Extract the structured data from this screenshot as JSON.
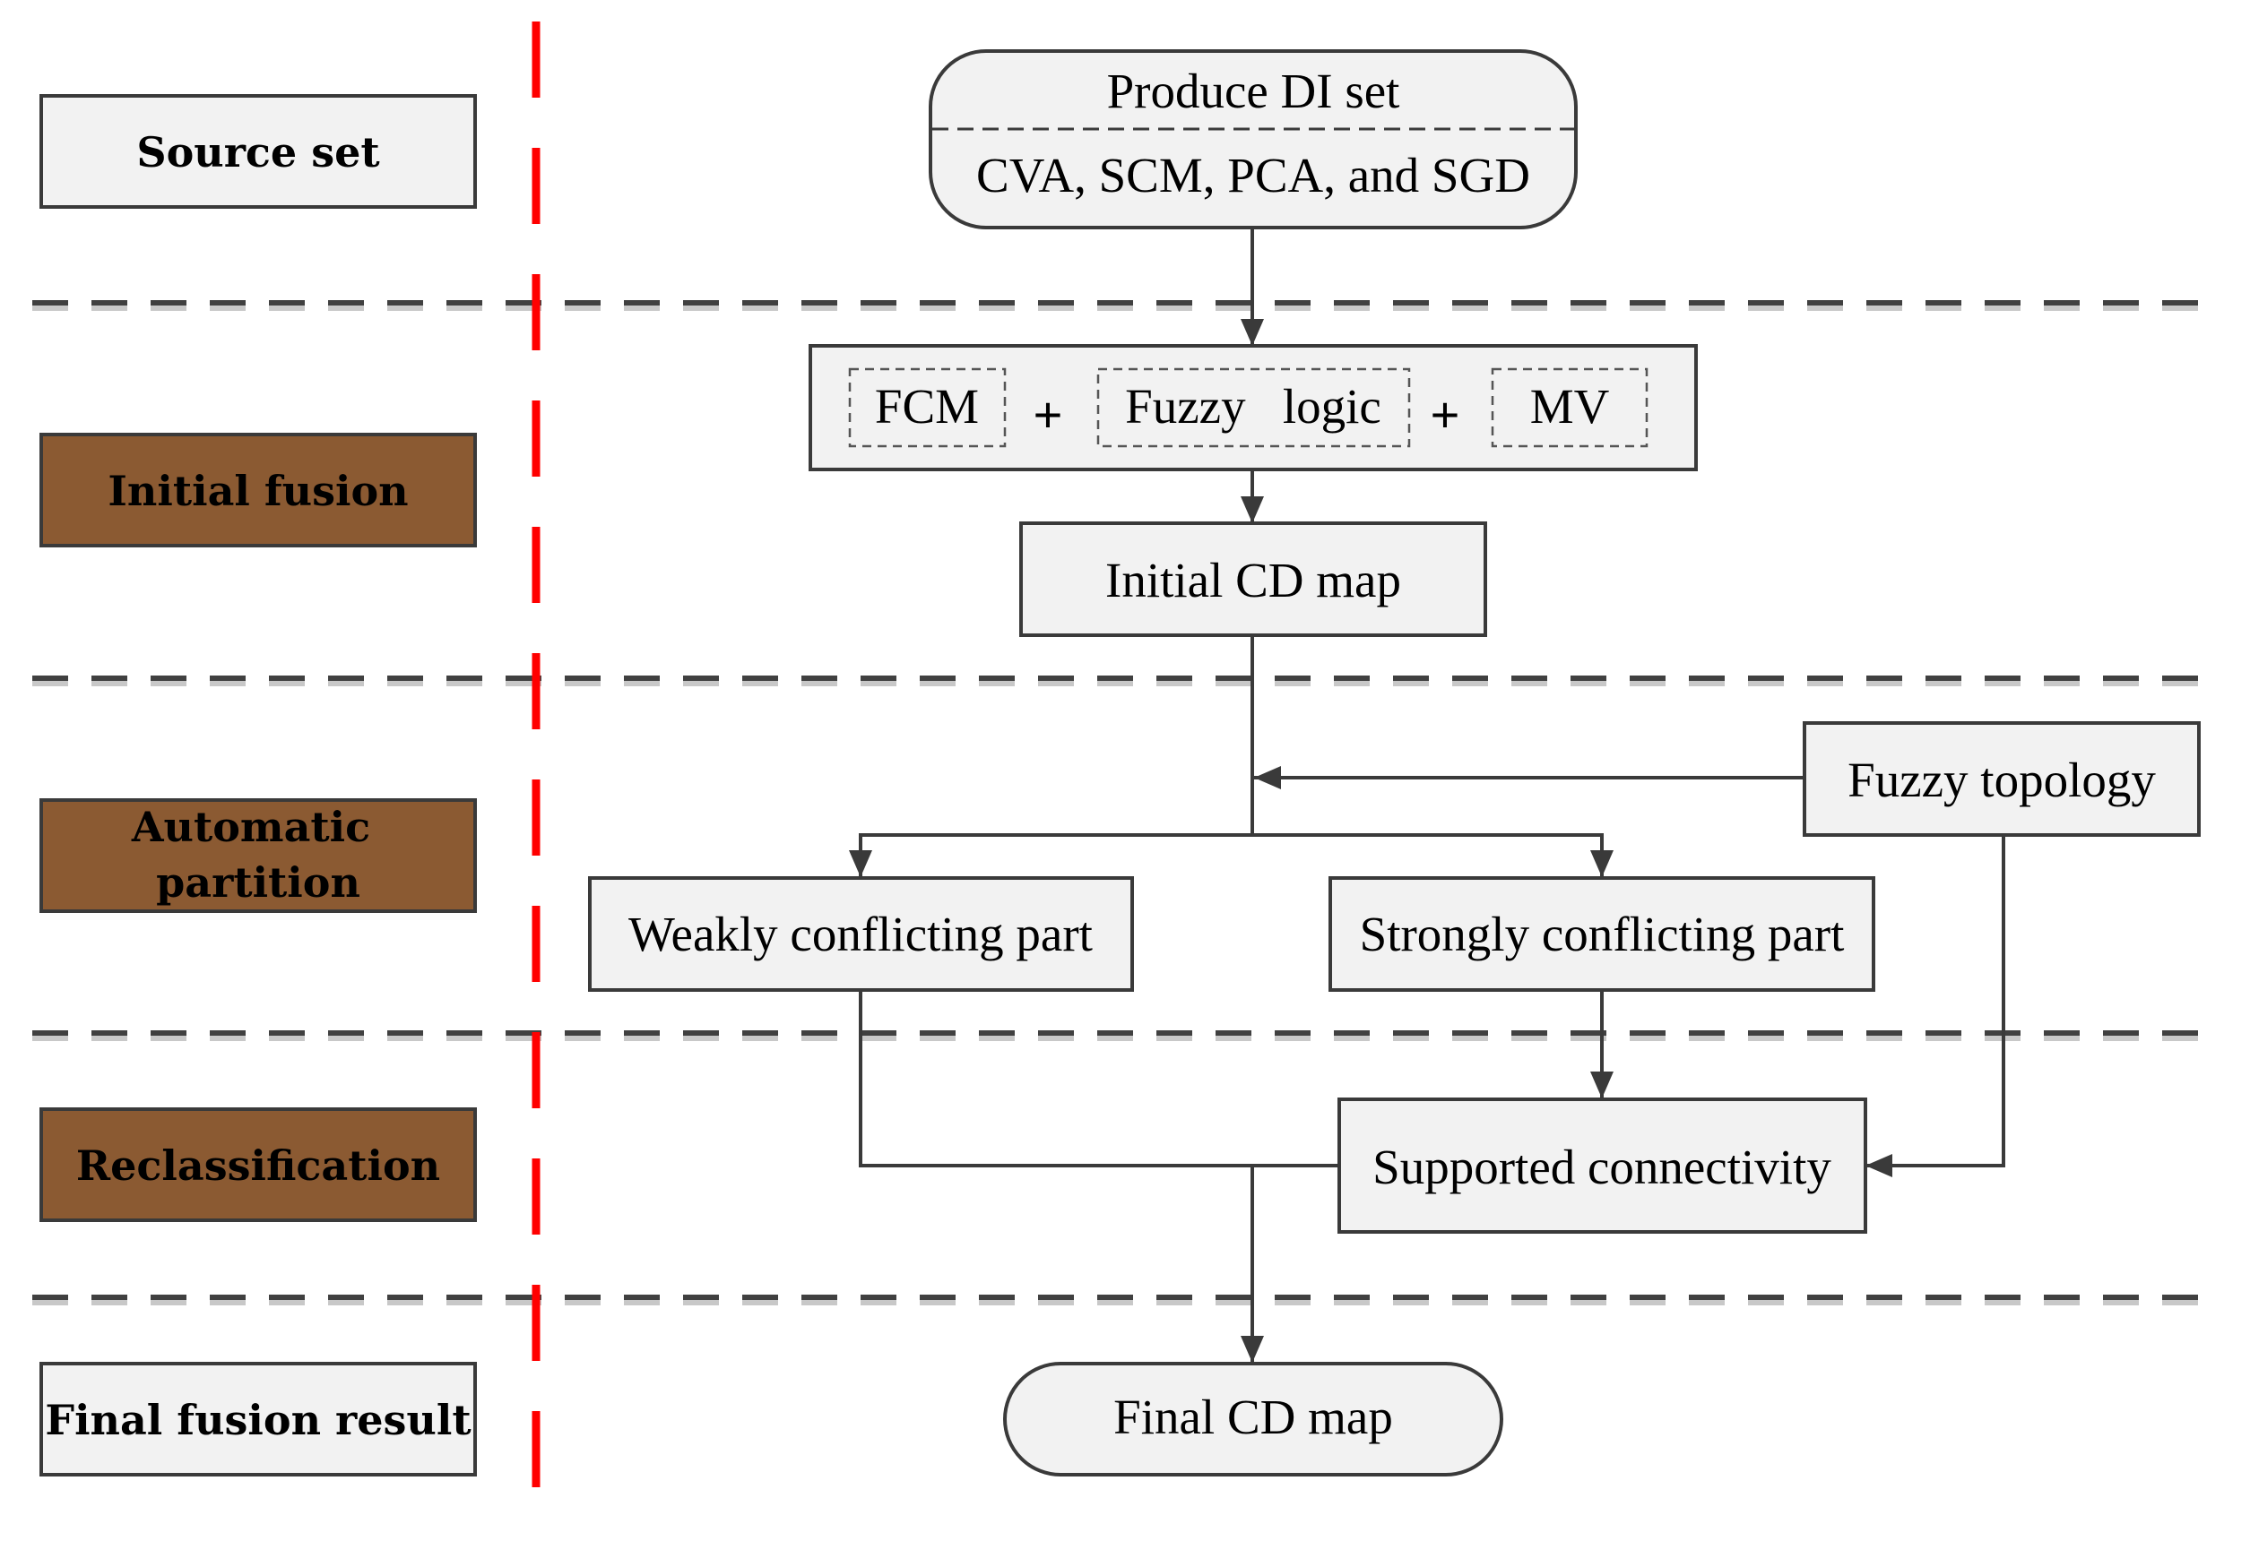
{
  "colors": {
    "stage_plain": "#f2f2f2",
    "stage_brown": "#8b5a32",
    "node_fill": "#f2f2f2",
    "stroke": "#3a3a3a",
    "separator": "#404040",
    "separator_shadow": "#c8c8c8",
    "divider": "#ff0000",
    "arrow": "#3a3a3a"
  },
  "stages": {
    "source_set": "Source set",
    "initial_fusion": "Initial fusion",
    "automatic_partition": {
      "line1": "Automatic",
      "line2": "partition"
    },
    "reclassification": "Reclassification",
    "final_fusion_result": "Final fusion result"
  },
  "nodes": {
    "produce_di": {
      "title": "Produce DI set",
      "methods": "CVA, SCM, PCA, and SGD"
    },
    "fusion_methods": {
      "fcm": "FCM",
      "plus": "+",
      "fuzzy_logic": "Fuzzy   logic",
      "mv": "MV"
    },
    "initial_cd_map": "Initial CD map",
    "fuzzy_topology": "Fuzzy topology",
    "weakly_conflicting": "Weakly conflicting part",
    "strongly_conflicting": "Strongly conflicting part",
    "supported_connectivity": "Supported connectivity",
    "final_cd_map": "Final CD map"
  }
}
